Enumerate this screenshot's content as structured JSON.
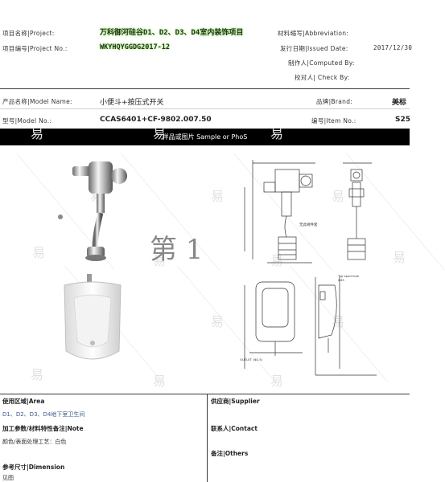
{
  "header": {
    "project_name_label": "项目名称|Project:",
    "project_name": "万科御河硅谷D1、D2、D3、D4室内装饰项目",
    "project_no_label": "项目编号|Project No.:",
    "project_no": "WKYHQYGGDG2017-12",
    "abbrev_label": "材料缩写|Abbreviation:",
    "issued_label": "发行日期|Issued Date:",
    "issued_date": "2017/12/30",
    "computed_label": "制作人|Computed By:",
    "checked_label": "校对人| Check By:"
  },
  "product": {
    "name_label": "产品名称|Model Name:",
    "name": "小便斗+按压式开关",
    "brand_label": "品牌|Brand:",
    "brand": "美标",
    "model_label": "型号|Model No.:",
    "model": "CCAS6401+CF-9802.007.50",
    "item_label": "编号|Item No.:",
    "item": "S25"
  },
  "banner": "样品或图片 Sample or PhoS",
  "image_area": {
    "overlay_text": "第 1",
    "watermarks": [
      "易",
      "易",
      "易",
      "易",
      "易",
      "易",
      "易",
      "易",
      "易",
      "易",
      "易",
      "易",
      "易",
      "易",
      "易",
      "易"
    ],
    "drawing_labels": {
      "unknown1": "无此阀件套",
      "note1": "Top spud hole",
      "note2": "Φ45",
      "outlet": "OUTLET (Φ2.5)"
    }
  },
  "bottom": {
    "area_label": "使用区域|Area",
    "area_value": "D1、D2、D3、D4地下室卫生间",
    "material_label": "加工参数/材料特性备注|Note",
    "material_value": "颜色/表面处理工艺：白色",
    "dimension_label": "参考尺寸|Dimension",
    "dimension_value": "见图",
    "supplier_label": "供应商|Supplier",
    "contact_label": "联系人|Contact",
    "others_label": "备注|Others"
  }
}
